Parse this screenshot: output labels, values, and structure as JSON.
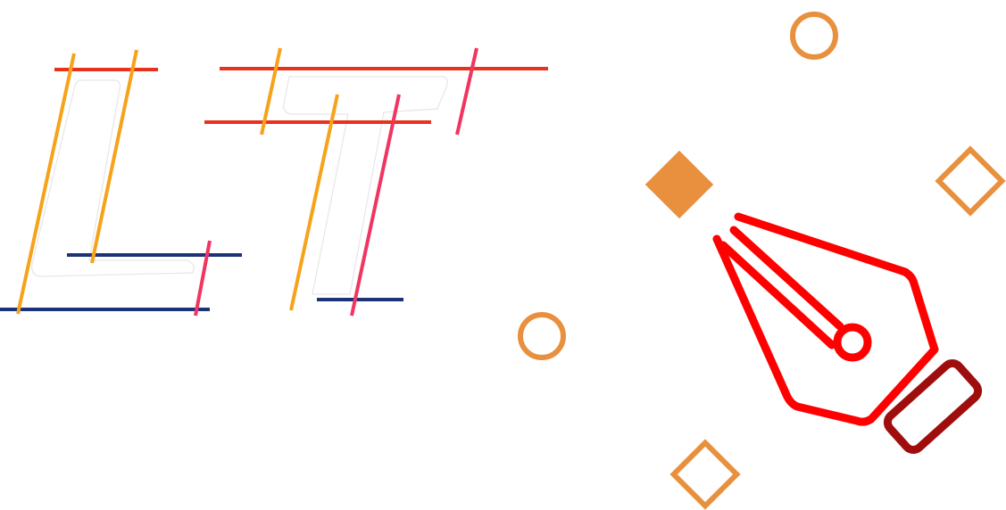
{
  "logo": {
    "monogram": "LT",
    "colors": {
      "red": "#e8321e",
      "orange": "#f7a21b",
      "pink": "#f03560",
      "navy": "#1d3377",
      "outline": "#e6e6e6"
    }
  },
  "decorations": {
    "shapes": [
      "circle",
      "circle",
      "filled-diamond",
      "outline-diamond",
      "outline-diamond"
    ],
    "color": "#e8903d"
  },
  "pen_nib_icon": {
    "name": "fountain-pen-nib",
    "nib_color": "#ff0000",
    "grip_color": "#a00d0d"
  }
}
